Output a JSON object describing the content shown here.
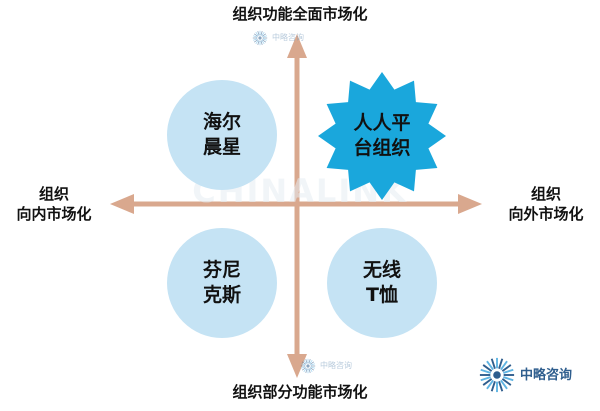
{
  "axes": {
    "top": "组织功能全面市场化",
    "bottom": "组织部分功能市场化",
    "left": [
      "组织",
      "向内市场化"
    ],
    "right": [
      "组织",
      "向外市场化"
    ]
  },
  "quadrants": {
    "top_left": [
      "海尔",
      "晨星"
    ],
    "top_right": [
      "人人平",
      "台组织"
    ],
    "bottom_left": [
      "芬尼",
      "克斯"
    ],
    "bottom_right": [
      "无线",
      "T恤"
    ]
  },
  "colors": {
    "axis": "#d9a88e",
    "circle_fill": "#c5e3f4",
    "star_fill": "#1aa7dc",
    "logo": "#2f5e8e"
  },
  "watermark": {
    "text": "CHINALINK"
  },
  "logo": {
    "name": "中略咨询",
    "icon": "sunburst-logo-icon"
  }
}
